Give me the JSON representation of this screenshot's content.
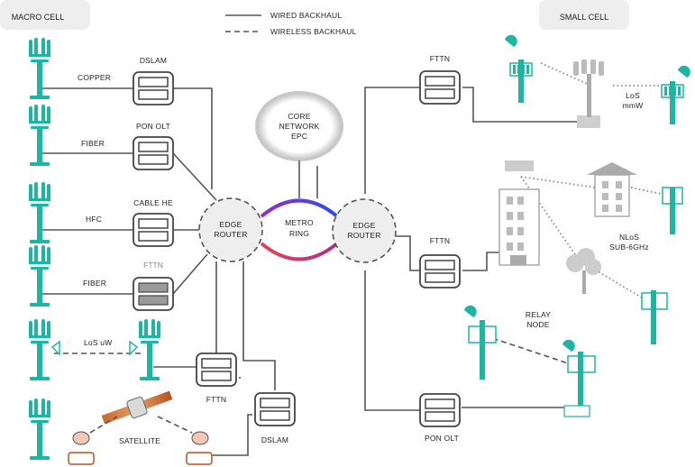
{
  "headers": {
    "macro_cell": "MACRO CELL",
    "small_cell": "SMALL CELL"
  },
  "legend": {
    "wired": "WIRED BACKHAUL",
    "wireless": "WIRELESS BACKHAUL"
  },
  "core": {
    "line1": "CORE",
    "line2": "NETWORK",
    "line3": "EPC"
  },
  "metro": {
    "line1": "METRO",
    "line2": "RING"
  },
  "edge_left": {
    "line1": "EDGE",
    "line2": "ROUTER"
  },
  "edge_right": {
    "line1": "EDGE",
    "line2": "ROUTER"
  },
  "macro_links": {
    "copper": "COPPER",
    "fiber1": "FIBER",
    "hfc": "HFC",
    "fiber2": "FIBER",
    "los_uw": "LoS uW",
    "satellite": "SATELLITE"
  },
  "macro_devices": {
    "dslam": "DSLAM",
    "pon_olt": "PON OLT",
    "cable_he": "CABLE HE",
    "fttn": "FTTN",
    "fttn_bottom": "FTTN",
    "dslam_bottom": "DSLAM"
  },
  "small_devices": {
    "fttn_top": "FTTN",
    "fttn_mid": "FTTN",
    "pon_olt": "PON OLT"
  },
  "small_labels": {
    "los1": "LoS",
    "los2": "mmW",
    "nlos1": "NLoS",
    "nlos2": "SUB-6GHz",
    "relay1": "RELAY",
    "relay2": "NODE"
  },
  "colors": {
    "tower": "#1fb5a5",
    "ring_top": "#3d3dd6",
    "ring_bottom": "#d83a6a",
    "wire": "#555555",
    "header_bg": "#eeeeee"
  }
}
